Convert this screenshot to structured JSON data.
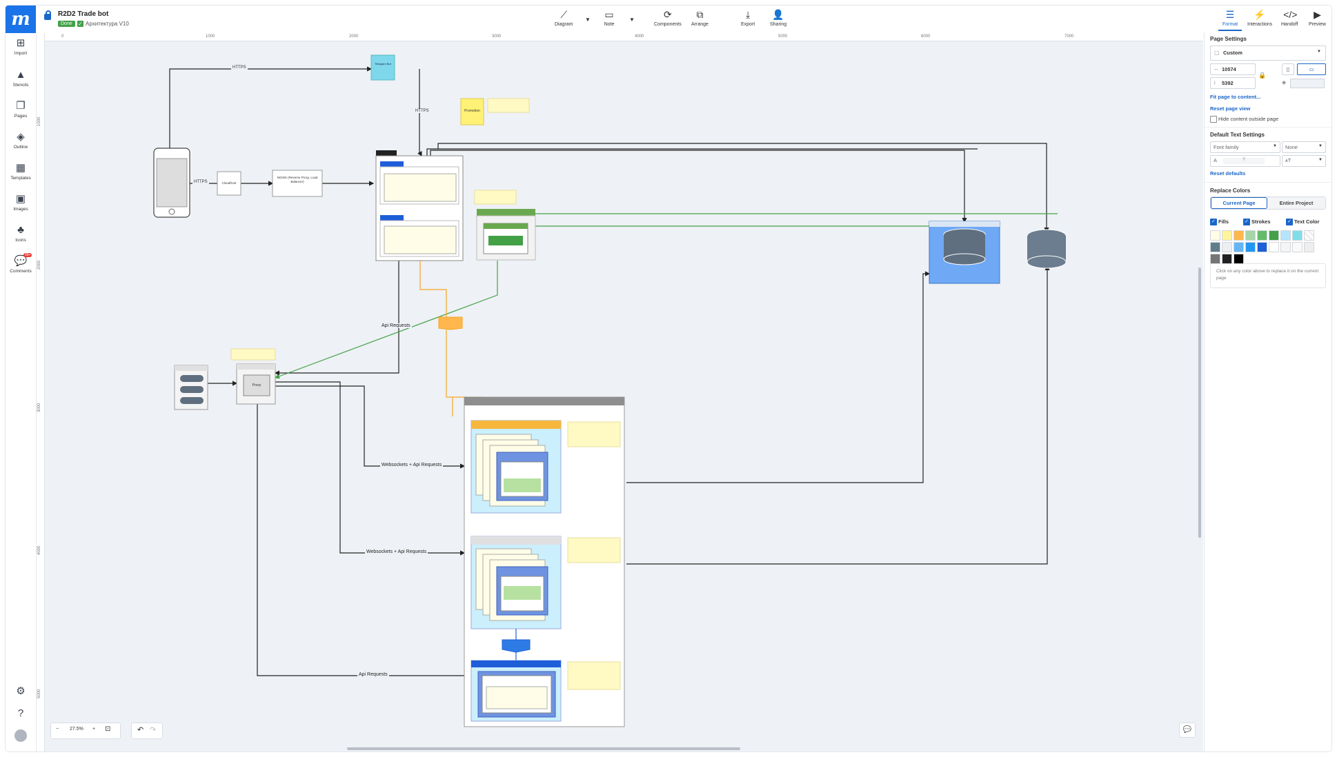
{
  "app": {
    "logo": "m",
    "project_title": "R2D2 Trade bot",
    "status_badge": "Done",
    "page_name": "Архитектура V10"
  },
  "toolbar": {
    "diagram": "Diagram",
    "note": "Note",
    "components": "Components",
    "arrange": "Arrange",
    "export": "Export",
    "sharing": "Sharing",
    "format": "Format",
    "interactions": "Interactions",
    "handoff": "Handoff",
    "preview": "Preview"
  },
  "sidebar": {
    "import": "Import",
    "stencils": "Stencils",
    "pages": "Pages",
    "outline": "Outline",
    "templates": "Templates",
    "images": "Images",
    "icons": "Icons",
    "comments": "Comments",
    "comments_badge": "99+"
  },
  "rulers": {
    "h": [
      "0",
      "1000",
      "2000",
      "3000",
      "4000",
      "5000",
      "6000",
      "7000"
    ],
    "v": [
      "1000",
      "2000",
      "3000",
      "4000",
      "5000"
    ]
  },
  "diagram": {
    "telegram_bot": "Telegram Bot",
    "note_promotion": "Promotion",
    "https_top": "HTTPS",
    "https_right": "HTTPS",
    "https_left": "HTTPS",
    "cloudfront": "Cloudfront",
    "nginx": "NGINX (Reverse Proxy, Load Balancer)",
    "api_requests_mid": "Api Requests",
    "ws_api_1": "Websockets + Api Requests",
    "ws_api_2": "Websockets + Api Requests",
    "api_requests_bottom": "Api Requests",
    "proxy": "Proxy"
  },
  "bottom": {
    "zoom": "27.5%",
    "zoom_out": "−",
    "zoom_in": "+"
  },
  "panel": {
    "page_settings": "Page Settings",
    "page_preset": "Custom",
    "width": "10574",
    "height": "5392",
    "fit_page": "Fit page to content...",
    "reset_view": "Reset page view",
    "hide_outside": "Hide content outside page",
    "text_settings": "Default Text Settings",
    "font_family": "Font family",
    "font_style": "None",
    "font_size": "?",
    "reset_defaults": "Reset defaults",
    "replace_colors": "Replace Colors",
    "tab_current": "Current Page",
    "tab_entire": "Entire Project",
    "fills": "Fills",
    "strokes": "Strokes",
    "text_color": "Text Color",
    "hint": "Click on any color above to replace it on the current page"
  },
  "colors": {
    "accent": "#1a66c9",
    "palette": [
      "#fffde7",
      "#fff59d",
      "#ffb74d",
      "#a5d6a7",
      "#66bb6a",
      "#43a047",
      "#b3e5fc",
      "#80deea",
      "#e0e0e0",
      "#607d8b",
      "#eceff1",
      "#64b5f6",
      "#2196f3",
      "#1e5ed8",
      "#ffffff",
      "#f5f5f5",
      "#fafafa",
      "#eeeeee",
      "#757575",
      "#212121",
      "#000000"
    ]
  }
}
